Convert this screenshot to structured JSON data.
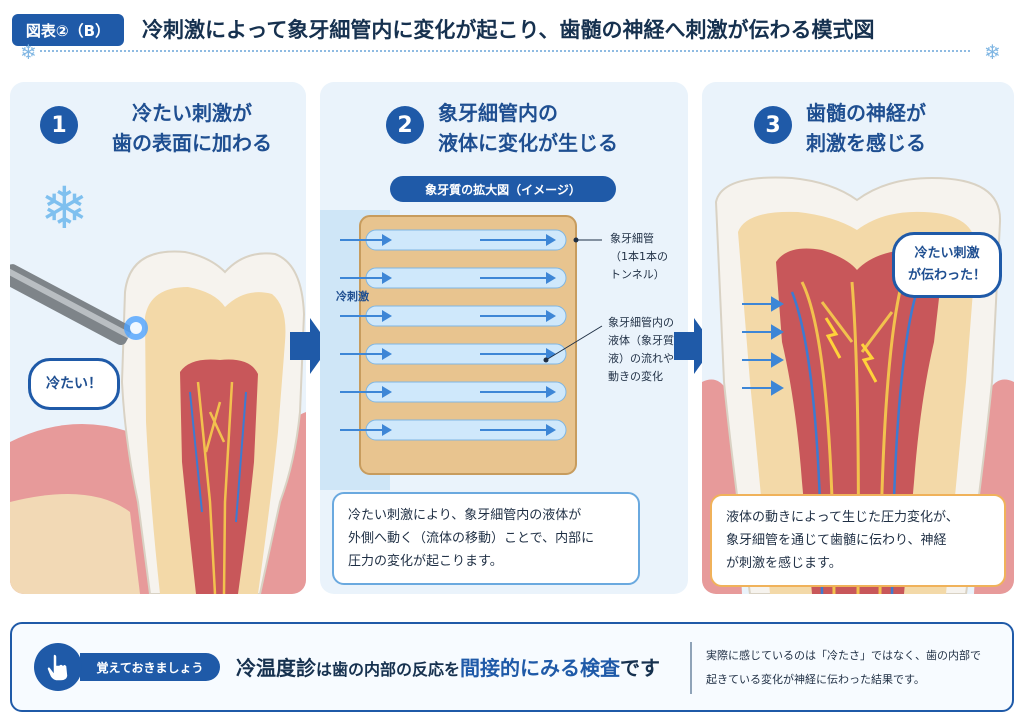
{
  "header": {
    "badge": "図表②（B）",
    "title": "冷刺激によって象牙細管内に変化が起こり、歯髄の神経へ刺激が伝わる模式図"
  },
  "steps": [
    {
      "number": "1",
      "title_line1": "冷たい刺激が",
      "title_line2": "歯の表面に加わる",
      "bubble": "冷たい！"
    },
    {
      "number": "2",
      "title_line1": "象牙細管内の",
      "title_line2": "液体に変化が生じる",
      "pill": "象牙質の拡大図（イメージ）",
      "stimulus_label": "冷刺激",
      "callout1": [
        "象牙細管",
        "（1本1本の",
        "トンネル）"
      ],
      "callout2": [
        "象牙細管内の",
        "液体（象牙質",
        "液）の流れや",
        "動きの変化"
      ],
      "note": [
        "冷たい刺激により、象牙細管内の液体が",
        "外側へ動く（流体の移動）ことで、内部に",
        "圧力の変化が起こります。"
      ]
    },
    {
      "number": "3",
      "title_line1": "歯髄の神経が",
      "title_line2": "刺激を感じる",
      "bubble_line1": "冷たい刺激",
      "bubble_line2": "が伝わった！",
      "note": [
        "液体の動きによって生じた圧力変化が、",
        "象牙細管を通じて歯髄に伝わり、神経",
        "が刺激を感じます。"
      ]
    }
  ],
  "footer": {
    "label": "覚えておきましょう",
    "msg_part1": "冷温度診",
    "msg_part2": "は歯の内部の反応を",
    "msg_part3": "間接的にみる検査",
    "msg_part4": "です",
    "side_line1": "実際に感じているのは「冷たさ」ではなく、歯の内部で",
    "side_line2": "起きている変化が神経に伝わった結果です。"
  },
  "colors": {
    "accent": "#1f5aa8",
    "panel_bg": "#eaf3fb",
    "orange_border": "#f0b25a",
    "pulp_red": "#c8575a",
    "dentin": "#f3d9a8"
  },
  "icons": [
    "snowflake-icon",
    "hand-pointer-icon",
    "arrow-right-icon",
    "lightning-icon"
  ]
}
